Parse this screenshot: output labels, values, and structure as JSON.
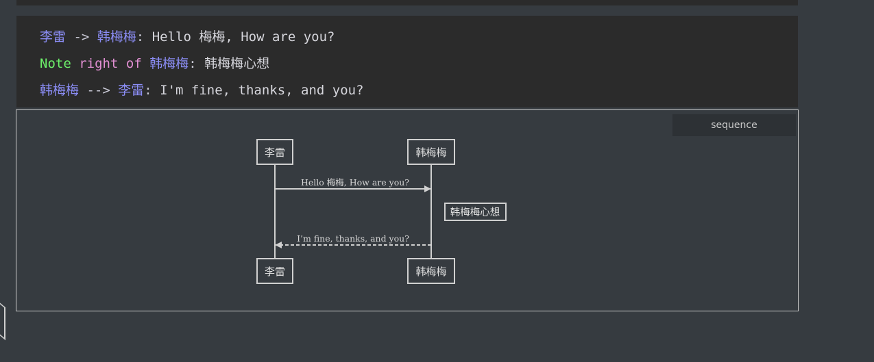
{
  "code": {
    "line1": {
      "from": "李雷",
      "arrow": " -> ",
      "to": "韩梅梅",
      "sep": ": ",
      "message": "Hello 梅梅, How are you?"
    },
    "line2": {
      "note": "Note",
      "kw1": "right",
      "kw2": "of",
      "actor": "韩梅梅",
      "sep": ": ",
      "message": "韩梅梅心想"
    },
    "line3": {
      "from": "韩梅梅",
      "arrow": " --> ",
      "to": "李雷",
      "sep": ": ",
      "message": "I'm fine, thanks, and you?"
    }
  },
  "diagram": {
    "badge": "sequence",
    "actors": [
      "李雷",
      "韩梅梅"
    ],
    "messages": [
      {
        "from": "李雷",
        "to": "韩梅梅",
        "text": "Hello 梅梅, How are you?",
        "style": "solid"
      },
      {
        "from": "韩梅梅",
        "to": "李雷",
        "text": "I’m fine, thanks, and you?",
        "style": "dashed"
      }
    ],
    "note": {
      "position": "right of",
      "actor": "韩梅梅",
      "text": "韩梅梅心想"
    }
  },
  "colors": {
    "background": "#363b40",
    "code_bg": "#2b2b2b",
    "actor_token": "#8b8df5",
    "note_token": "#6df06a",
    "keyword_token": "#e18fd2",
    "diagram_stroke": "#d0d0d0"
  }
}
